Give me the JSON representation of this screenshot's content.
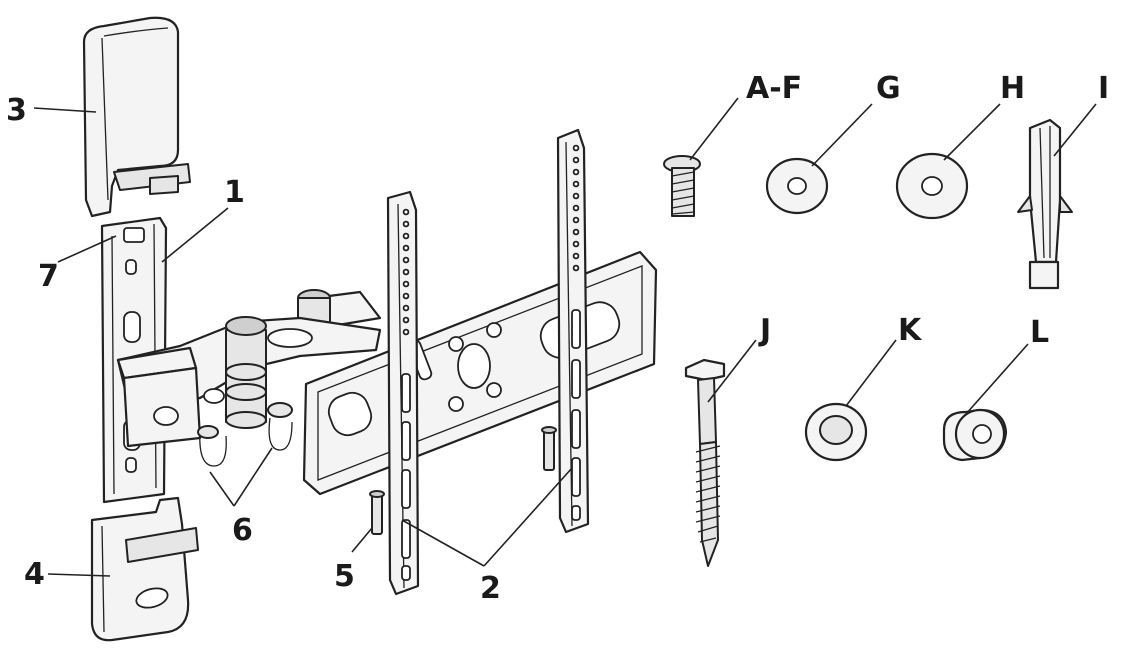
{
  "labels": {
    "l1": "1",
    "l2": "2",
    "l3": "3",
    "l4": "4",
    "l5": "5",
    "l6": "6",
    "l7": "7",
    "lAF": "A-F",
    "lG": "G",
    "lH": "H",
    "lI": "I",
    "lJ": "J",
    "lK": "K",
    "lL": "L"
  }
}
